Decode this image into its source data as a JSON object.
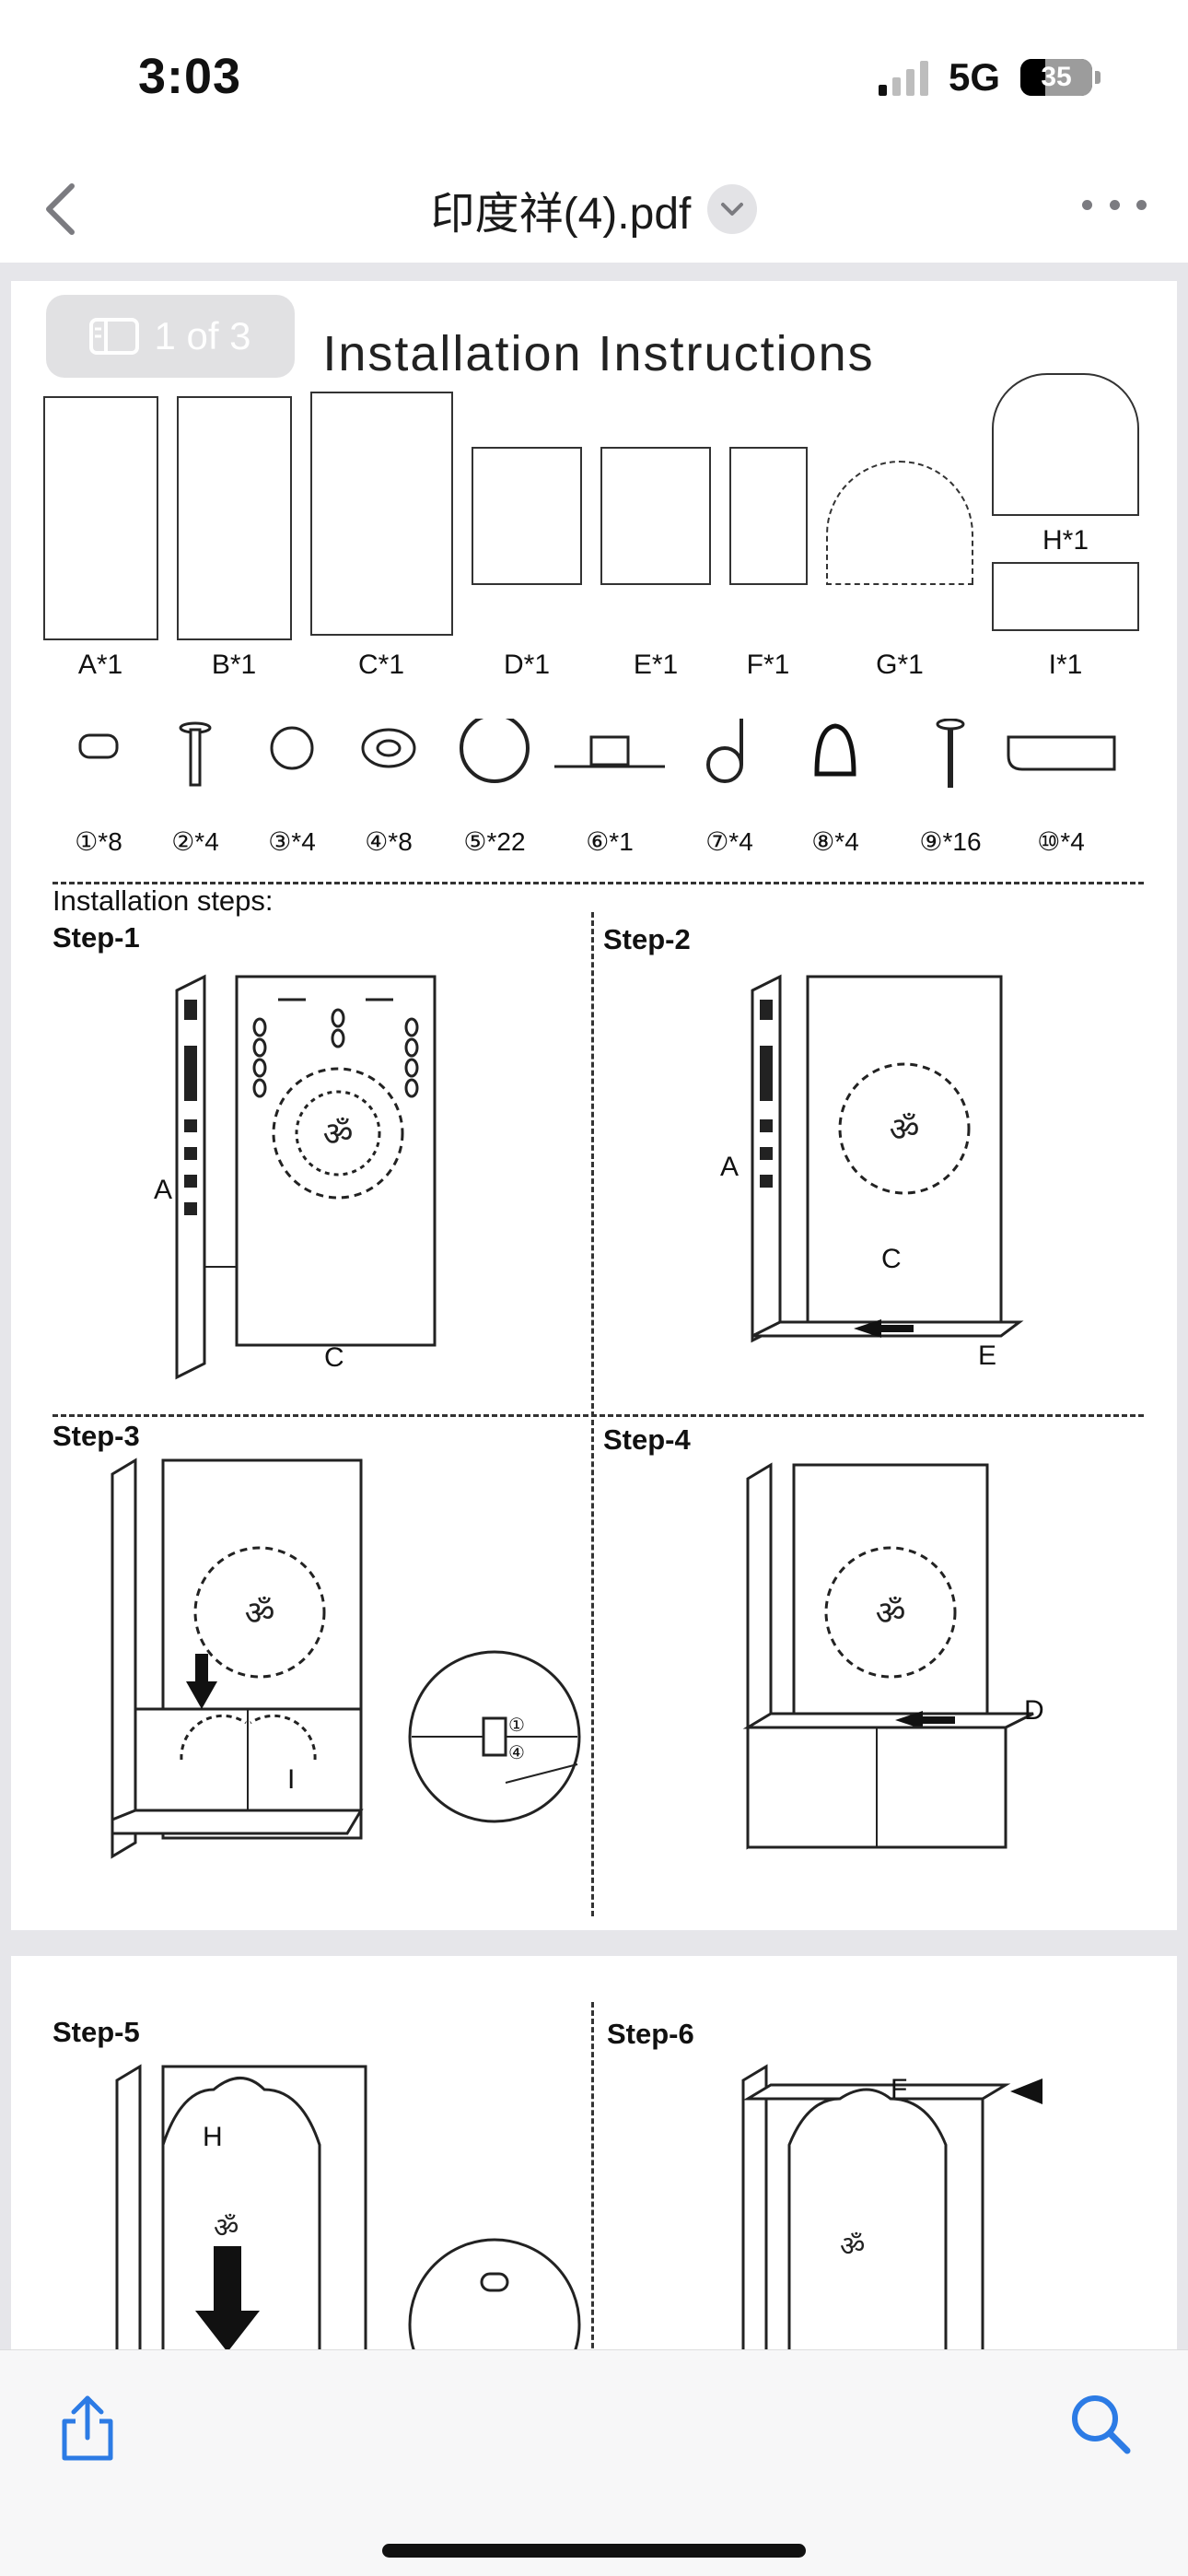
{
  "status_bar": {
    "time": "3:03",
    "network": "5G",
    "battery": "35",
    "battery_level": 0.35
  },
  "nav": {
    "title": "印度祥(4).pdf",
    "back_icon": "chevron-left-icon",
    "dropdown_icon": "chevron-down-icon",
    "more_icon": "more-horizontal-icon"
  },
  "document": {
    "page_indicator": "1 of 3",
    "title": "Installation Instructions",
    "parts": [
      {
        "label": "A*1"
      },
      {
        "label": "B*1"
      },
      {
        "label": "C*1"
      },
      {
        "label": "D*1"
      },
      {
        "label": "E*1"
      },
      {
        "label": "F*1"
      },
      {
        "label": "G*1"
      },
      {
        "label": "H*1"
      },
      {
        "label": "I*1"
      }
    ],
    "hardware": [
      {
        "label": "①*8"
      },
      {
        "label": "②*4"
      },
      {
        "label": "③*4"
      },
      {
        "label": "④*8"
      },
      {
        "label": "⑤*22"
      },
      {
        "label": "⑥*1"
      },
      {
        "label": "⑦*4"
      },
      {
        "label": "⑧*4"
      },
      {
        "label": "⑨*16"
      },
      {
        "label": "⑩*4"
      }
    ],
    "installation_steps_label": "Installation steps:",
    "steps": [
      {
        "title": "Step-1",
        "labels": [
          "A",
          "C"
        ]
      },
      {
        "title": "Step-2",
        "labels": [
          "A",
          "C",
          "E"
        ]
      },
      {
        "title": "Step-3",
        "labels": [
          "I"
        ],
        "callout": [
          "①",
          "④"
        ]
      },
      {
        "title": "Step-4",
        "labels": [
          "D"
        ]
      },
      {
        "title": "Step-5",
        "labels": [
          "H"
        ]
      },
      {
        "title": "Step-6",
        "labels": [
          "F"
        ]
      }
    ]
  },
  "toolbar": {
    "share_icon": "share-icon",
    "search_icon": "search-icon"
  }
}
